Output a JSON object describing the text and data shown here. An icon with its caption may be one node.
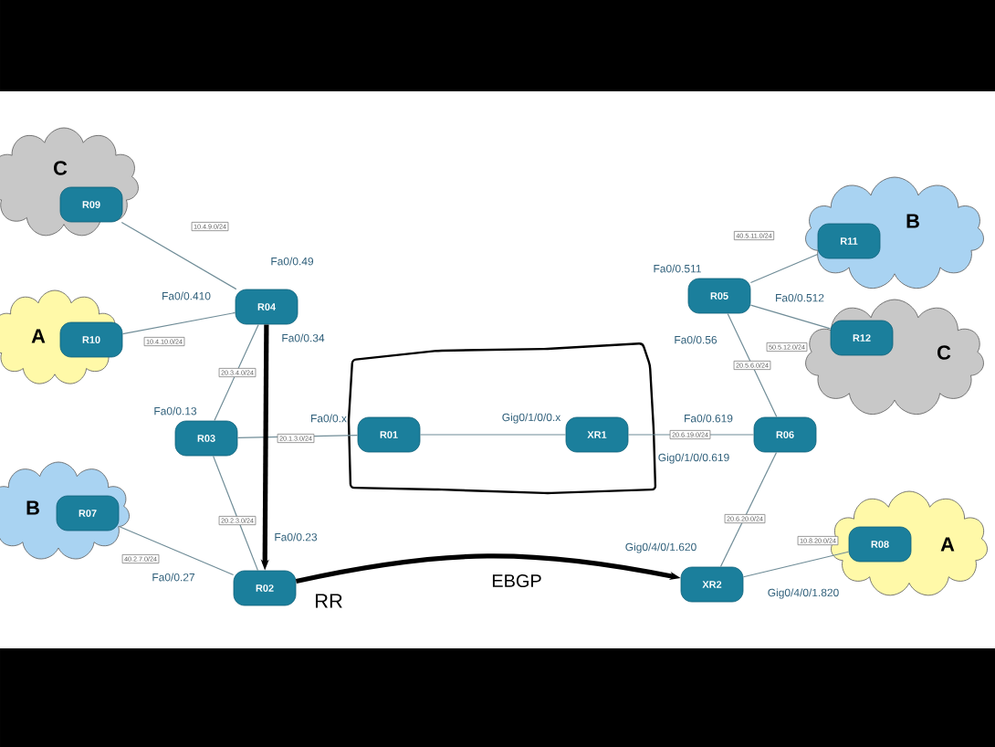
{
  "diagram": {
    "nodes": [
      {
        "text": [
          "C"
        ]
      },
      {
        "text": [
          "R09"
        ],
        "in": 0
      },
      {
        "text": [
          "A"
        ]
      },
      {
        "text": [
          "R10"
        ],
        "in": 2
      },
      {
        "text": [
          "R04"
        ],
        "beside": [
          "Fa0/0.49",
          "Fa0/0.410",
          "Fa0/0.34"
        ]
      },
      {
        "text": [
          "R03"
        ],
        "beside": [
          "Fa0/0.13"
        ]
      },
      {
        "text": [
          "R01"
        ],
        "beside": [
          "Fa0/0.x"
        ]
      },
      {
        "text": [
          "B"
        ]
      },
      {
        "text": [
          "R07"
        ],
        "in": 7
      },
      {
        "text": [
          "R02"
        ],
        "beside": [
          "Fa0/0.23",
          "Fa0/0.27"
        ]
      },
      {
        "text": [
          "XR1"
        ],
        "beside": [
          "Gig0/1/0/0.x",
          "Gig0/1/0/0.619"
        ]
      },
      {
        "text": [
          "R05"
        ],
        "beside": [
          "Fa0/0.511",
          "Fa0/0.512",
          "Fa0/0.56"
        ]
      },
      {
        "text": [
          "B"
        ]
      },
      {
        "text": [
          "R11"
        ],
        "in": 12
      },
      {
        "text": [
          "C"
        ]
      },
      {
        "text": [
          "R12"
        ],
        "in": 14
      },
      {
        "text": [
          "R06"
        ],
        "beside": [
          "Fa0/0.619"
        ]
      },
      {
        "text": [
          "XR2"
        ],
        "beside": [
          "Gig0/4/0/1.620",
          "Gig0/4/0/1.820"
        ]
      },
      {
        "text": [
          "A"
        ]
      },
      {
        "text": [
          "R08"
        ],
        "in": 18
      }
    ],
    "edges": [
      {
        "from": 1,
        "to": 4,
        "arrow": "none",
        "label": "10.4.9.0/24"
      },
      {
        "from": 3,
        "to": 4,
        "arrow": "none",
        "label": "10.4.10.0/24"
      },
      {
        "from": 4,
        "to": 5,
        "arrow": "none",
        "label": "20.3.4.0/24"
      },
      {
        "from": 5,
        "to": 6,
        "arrow": "none",
        "label": "20.1.3.0/24"
      },
      {
        "from": 5,
        "to": 9,
        "arrow": "none",
        "label": "20.2.3.0/24"
      },
      {
        "from": 8,
        "to": 9,
        "arrow": "none",
        "label": "40.2.7.0/24"
      },
      {
        "from": 6,
        "to": 10,
        "arrow": "none"
      },
      {
        "from": 11,
        "to": 13,
        "arrow": "none",
        "label": "40.5.11.0/24"
      },
      {
        "from": 11,
        "to": 15,
        "arrow": "none",
        "label": "50.5.12.0/24"
      },
      {
        "from": 11,
        "to": 16,
        "arrow": "none",
        "label": "20.5.6.0/24"
      },
      {
        "from": 10,
        "to": 16,
        "arrow": "none",
        "label": "20.6.19.0/24"
      },
      {
        "from": 16,
        "to": 17,
        "arrow": "none",
        "label": "20.6.20.0/24"
      },
      {
        "from": 17,
        "to": 19,
        "arrow": "none",
        "label": "10.8.20.0/24"
      },
      {
        "from": 4,
        "to": 9,
        "arrow": "to",
        "style": "thick",
        "color": "#000000"
      },
      {
        "from": 9,
        "to": 17,
        "arrow": "to",
        "style": "thick",
        "color": "#000000",
        "label": "EBGP"
      }
    ],
    "labels": [
      "RR"
    ]
  }
}
